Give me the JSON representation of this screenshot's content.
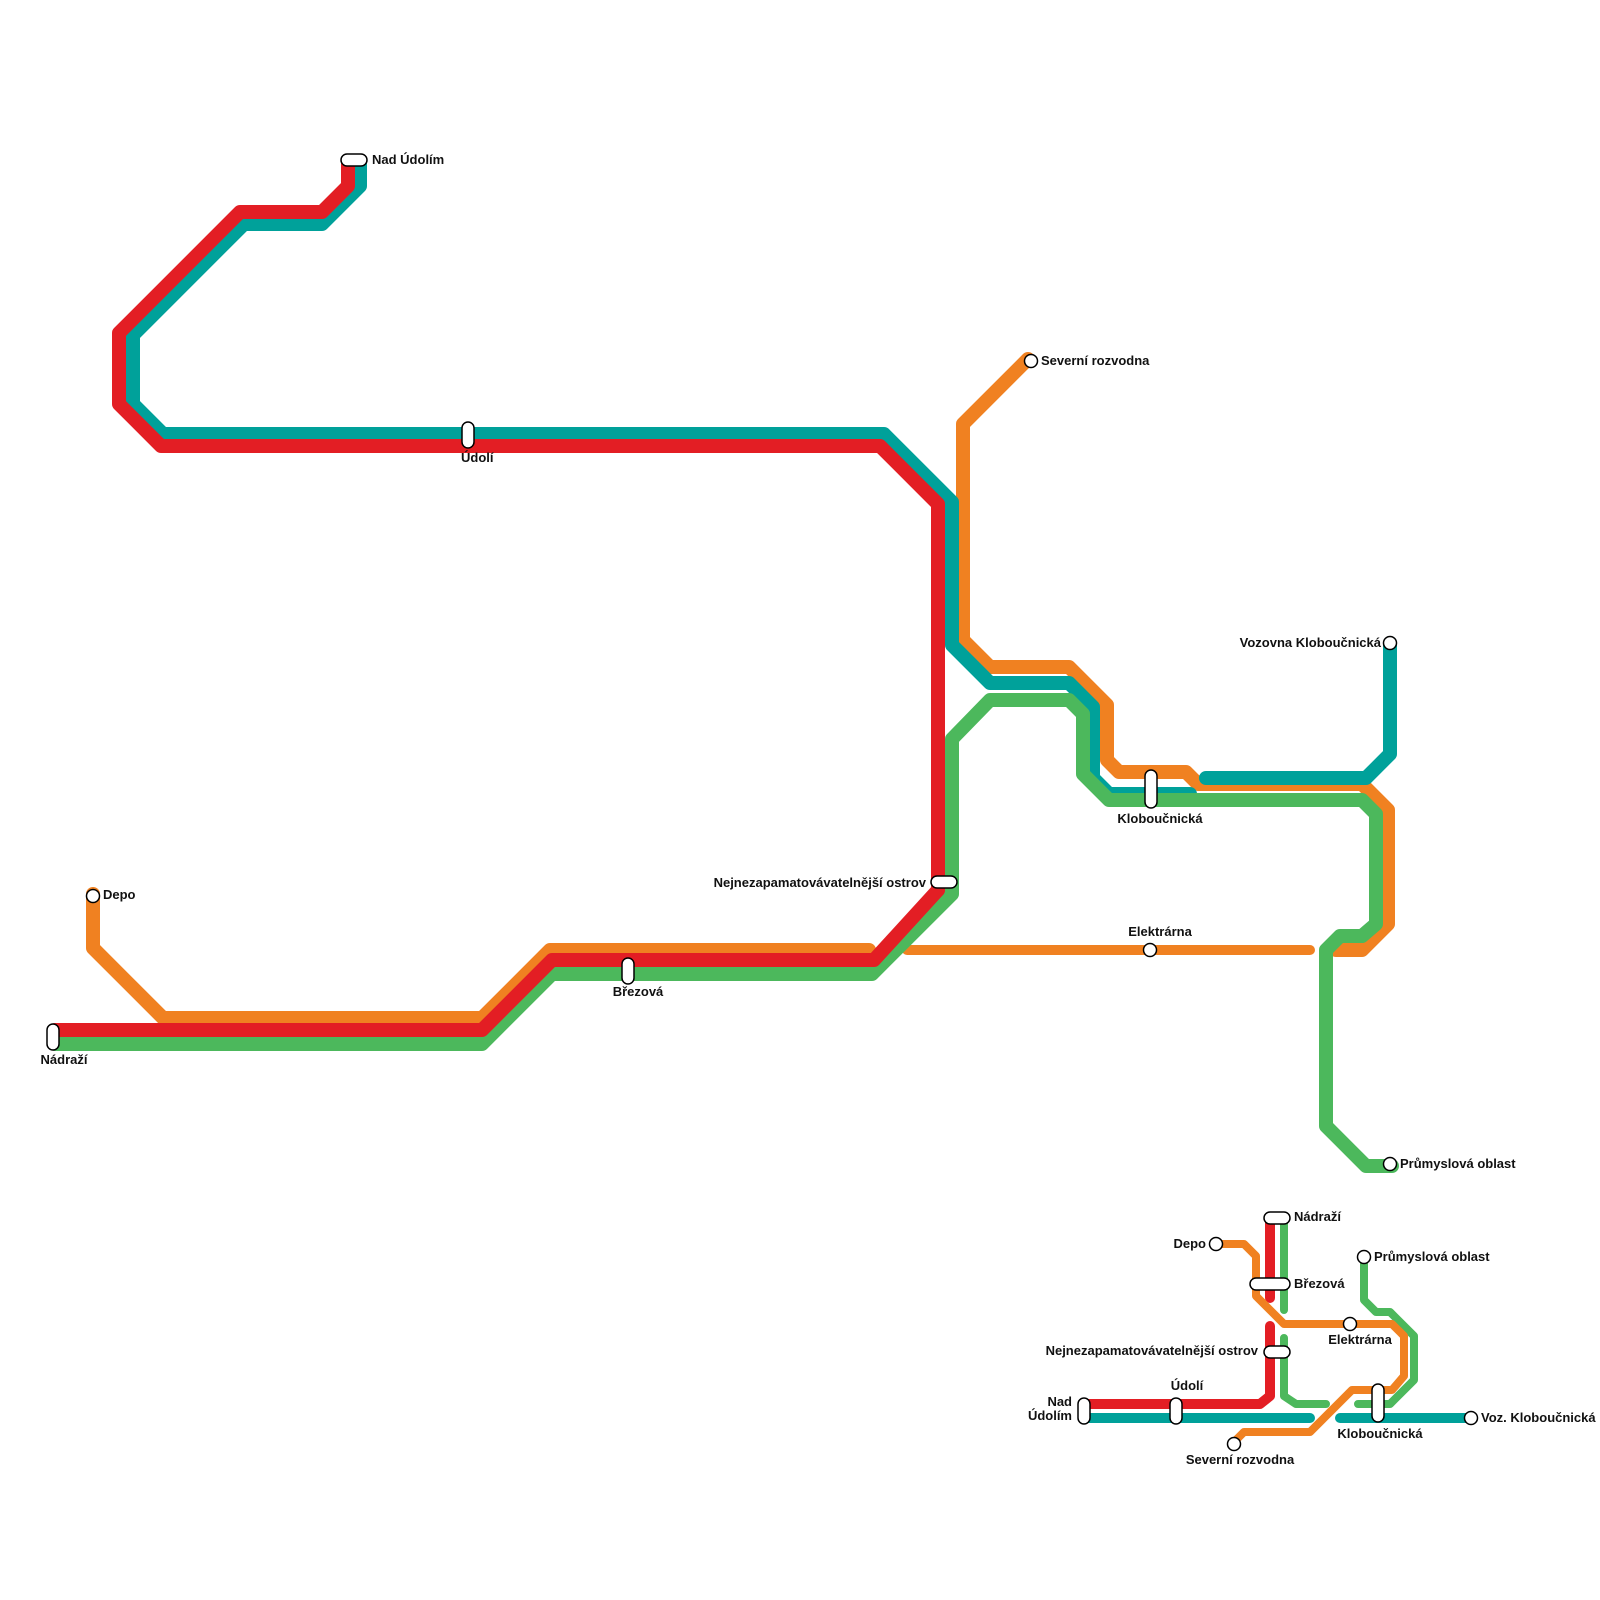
{
  "colors": {
    "red": "#e31e24",
    "teal": "#00a19a",
    "green": "#4cb85c",
    "orange": "#f08121"
  },
  "stations": {
    "nad_udolim": "Nad Údolím",
    "udoli": "Údolí",
    "severni_rozvodna": "Severní rozvodna",
    "vozovna": "Vozovna Kloboučnická",
    "kloboucnicka": "Kloboučnická",
    "nejnezapamatovavatelnejsi": "Nejnezapamatovávatelnější ostrov",
    "depo": "Depo",
    "elektrarna": "Elektrárna",
    "brezova": "Březová",
    "nadrazi": "Nádraží",
    "prumyslova": "Průmyslová oblast"
  },
  "mini_map": {
    "nadrazi": "Nádraží",
    "depo": "Depo",
    "brezova": "Březová",
    "prumyslova": "Průmyslová oblast",
    "elektrarna": "Elektrárna",
    "nejnezapamatovavatelnejsi": "Nejnezapamatovávatelnější ostrov",
    "udoli": "Údolí",
    "nad_udolim_1": "Nad",
    "nad_udolim_2": "Údolím",
    "kloboucnicka": "Kloboučnická",
    "voz_kloboucnicka": "Voz. Kloboučnická",
    "severni_rozvodna": "Severní rozvodna"
  }
}
